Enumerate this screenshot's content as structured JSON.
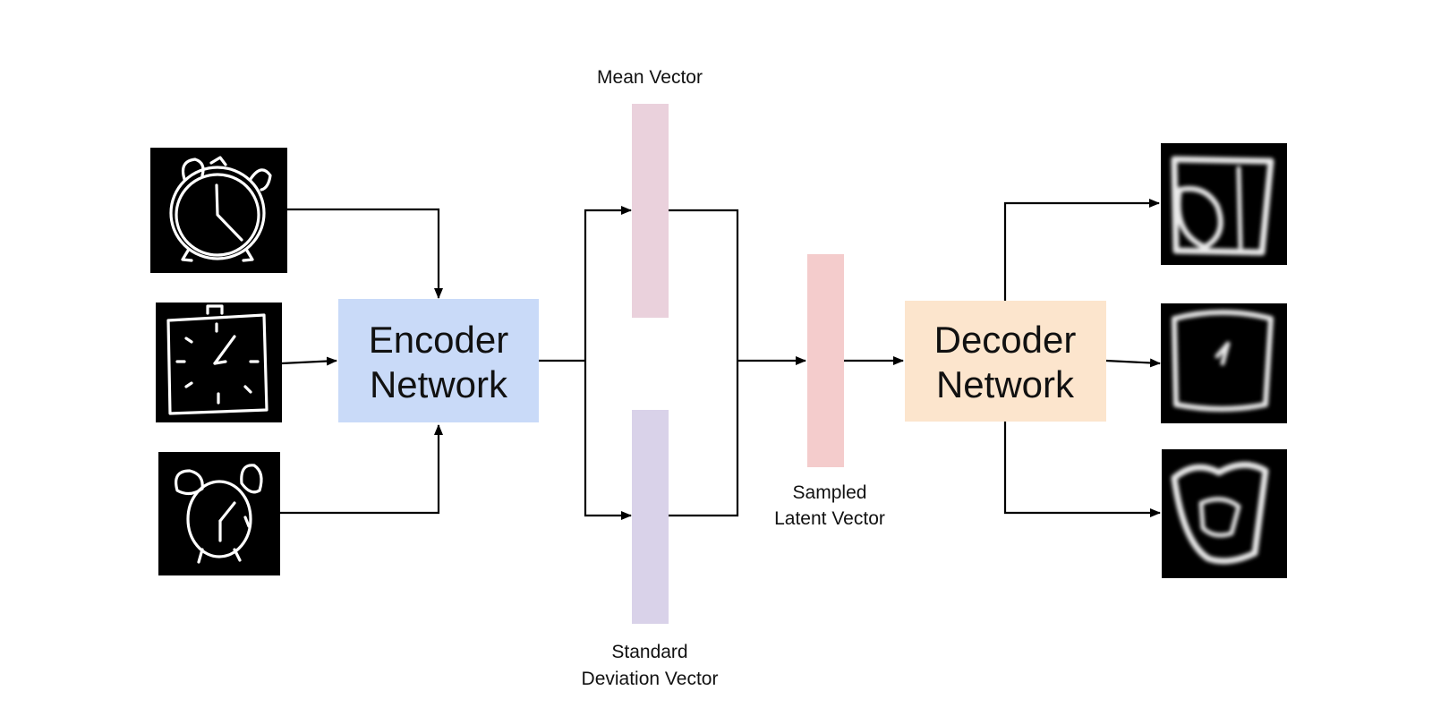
{
  "encoder": {
    "line1": "Encoder",
    "line2": "Network"
  },
  "decoder": {
    "line1": "Decoder",
    "line2": "Network"
  },
  "mean_vector": {
    "label": "Mean Vector"
  },
  "std_vector": {
    "line1": "Standard",
    "line2": "Deviation Vector"
  },
  "latent_vector": {
    "line1": "Sampled",
    "line2": "Latent Vector"
  },
  "colors": {
    "encoder": "#c9daf8",
    "decoder": "#fce5cd",
    "mean_vector": "#ead1dc",
    "std_vector": "#d9d2e9",
    "latent_vector": "#f4cccc",
    "image_bg": "#000000",
    "image_stroke": "#ffffff",
    "wire": "#000000"
  },
  "inputs": [
    {
      "icon": "alarm-clock-sketch-icon"
    },
    {
      "icon": "square-clock-sketch-icon"
    },
    {
      "icon": "alarm-clock-tilted-sketch-icon"
    }
  ],
  "outputs": [
    {
      "icon": "reconstructed-clock-1-icon"
    },
    {
      "icon": "reconstructed-clock-2-icon"
    },
    {
      "icon": "reconstructed-clock-3-icon"
    }
  ]
}
